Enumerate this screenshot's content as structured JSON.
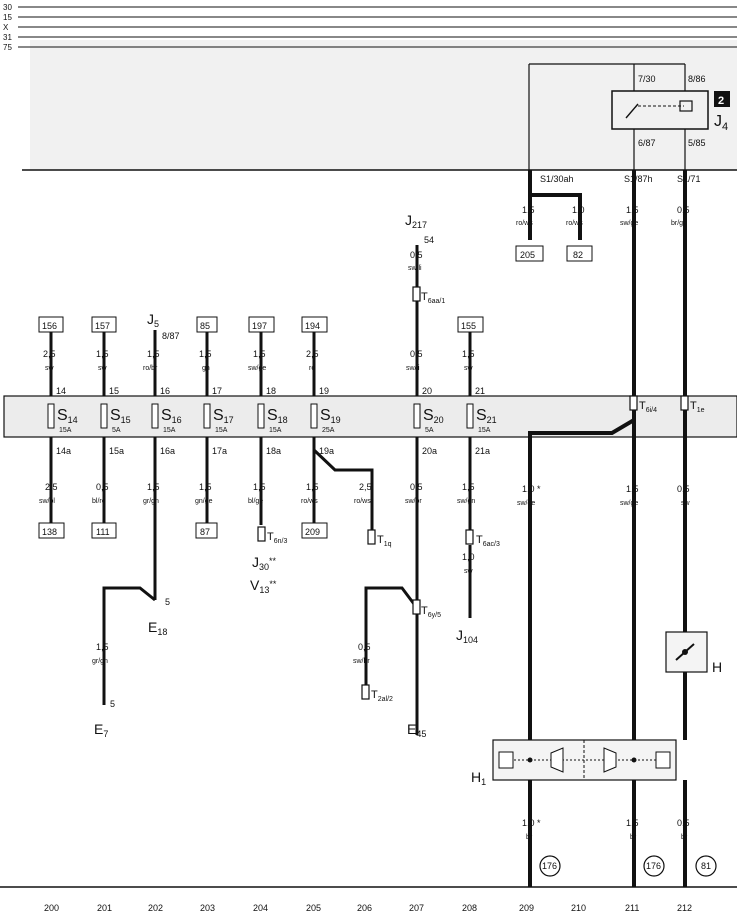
{
  "rails": [
    "30",
    "15",
    "X",
    "31",
    "75"
  ],
  "relay": {
    "id": "J",
    "sub": "4",
    "badge": "2",
    "pins": [
      "7/30",
      "8/86",
      "6/87",
      "5/85"
    ]
  },
  "busbar_terms": [
    "S1/30ah",
    "S1/87h",
    "S1/71"
  ],
  "top_wires": [
    {
      "size": "1,5",
      "color": "ro/ws"
    },
    {
      "size": "1,0",
      "color": "ro/ws"
    },
    {
      "size": "1,5",
      "color": "sw/ge"
    },
    {
      "size": "0,5",
      "color": "br/ge"
    }
  ],
  "top_refs": [
    "205",
    "82"
  ],
  "j217": {
    "label": "J",
    "sub": "217",
    "pin": "54",
    "size": "0,5",
    "color": "sw/li",
    "conn": "T",
    "conn_sub": "6aa/1"
  },
  "fuse_inputs": [
    {
      "ref": "156",
      "size": "2,5",
      "color": "sw"
    },
    {
      "ref": "157",
      "size": "1,5",
      "color": "sw"
    },
    {
      "ref": "",
      "size": "1,5",
      "color": "ro/br"
    },
    {
      "ref": "85",
      "size": "1,5",
      "color": "gn"
    },
    {
      "ref": "197",
      "size": "1,5",
      "color": "sw/ge"
    },
    {
      "ref": "194",
      "size": "2,5",
      "color": "ro"
    },
    {
      "ref": "",
      "size": "0 5",
      "color": "sw/li"
    },
    {
      "ref": "155",
      "size": "1,5",
      "color": "sw"
    }
  ],
  "j5": {
    "label": "J",
    "sub": "5",
    "pin": "8/87"
  },
  "fuses": [
    {
      "id": "S",
      "sub": "14",
      "rating": "15A",
      "in": "14",
      "out": "14a"
    },
    {
      "id": "S",
      "sub": "15",
      "rating": "5A",
      "in": "15",
      "out": "15a"
    },
    {
      "id": "S",
      "sub": "16",
      "rating": "15A",
      "in": "16",
      "out": "16a"
    },
    {
      "id": "S",
      "sub": "17",
      "rating": "15A",
      "in": "17",
      "out": "17a"
    },
    {
      "id": "S",
      "sub": "18",
      "rating": "15A",
      "in": "18",
      "out": "18a"
    },
    {
      "id": "S",
      "sub": "19",
      "rating": "25A",
      "in": "19",
      "out": "19a"
    },
    {
      "id": "S",
      "sub": "20",
      "rating": "5A",
      "in": "20",
      "out": "20a"
    },
    {
      "id": "S",
      "sub": "21",
      "rating": "15A",
      "in": "21",
      "out": "21a"
    }
  ],
  "fuse_outputs": [
    {
      "size": "2,5",
      "color": "sw/bl",
      "ref": "138"
    },
    {
      "size": "0,5",
      "color": "bl/ro",
      "ref": "111"
    },
    {
      "size": "1,5",
      "color": "gr/gn",
      "ref": ""
    },
    {
      "size": "1,5",
      "color": "gn/ge",
      "ref": "87"
    },
    {
      "size": "1,5",
      "color": "bl/ge",
      "ref": ""
    },
    {
      "size": "1,5",
      "color": "ro/ws",
      "ref": "209"
    },
    {
      "size": "2,5",
      "color": "ro/ws",
      "ref": ""
    },
    {
      "size": "0,5",
      "color": "sw/br",
      "ref": ""
    },
    {
      "size": "1,5",
      "color": "sw/gn",
      "ref": ""
    }
  ],
  "connectors": {
    "t6i": "T",
    "t6i_sub": "6i/4",
    "t1e": "T",
    "t1e_sub": "1e",
    "t6n": "T",
    "t6n_sub": "6n/3",
    "t1q": "T",
    "t1q_sub": "1q",
    "t6ac": "T",
    "t6ac_sub": "6ac/3",
    "t6y": "T",
    "t6y_sub": "6y/5",
    "t2al": "T",
    "t2al_sub": "2al/2"
  },
  "mid_wires": [
    {
      "size": "1,0",
      "color": "sw/ge",
      "mark": "*"
    },
    {
      "size": "1,5",
      "color": "sw/ge"
    },
    {
      "size": "0,5",
      "color": "sw"
    },
    {
      "size": "1,0",
      "color": "sw"
    },
    {
      "size": "1,5",
      "color": "gr/gn"
    },
    {
      "size": "0,5",
      "color": "sw/br"
    }
  ],
  "components": {
    "j30": "J",
    "j30_sub": "30",
    "j30_mark": "**",
    "v13": "V",
    "v13_sub": "13",
    "v13_mark": "**",
    "e18": "E",
    "e18_sub": "18",
    "e18_pin": "5",
    "e7": "E",
    "e7_sub": "7",
    "e7_pin": "5",
    "e45": "E",
    "e45_sub": "45",
    "j104": "J",
    "j104_sub": "104",
    "h": "H",
    "h1": "H",
    "h1_sub": "1"
  },
  "bottom_wires": [
    {
      "size": "1,0",
      "color": "br",
      "mark": "*",
      "ref": "176"
    },
    {
      "size": "1,5",
      "color": "br",
      "ref": "176"
    },
    {
      "size": "0,5",
      "color": "br",
      "ref": "81"
    }
  ],
  "columns": [
    "200",
    "201",
    "202",
    "203",
    "204",
    "205",
    "206",
    "207",
    "208",
    "209",
    "210",
    "211",
    "212"
  ]
}
